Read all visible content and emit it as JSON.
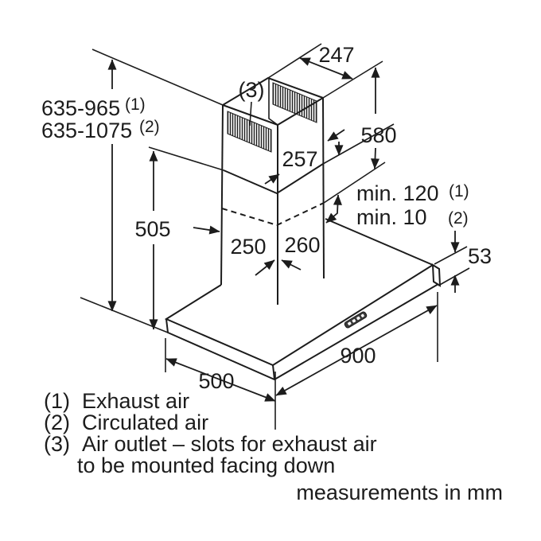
{
  "dimensions": {
    "total_height_exhaust": "635-965",
    "total_height_exhaust_ref": "(1)",
    "total_height_circulated": "635-1075",
    "total_height_circulated_ref": "(2)",
    "hood_bottom_to_flue_joint": "505",
    "air_outlet_ref": "(3)",
    "flue_top_depth": "247",
    "upper_flue_height": "580",
    "upper_flue_width": "257",
    "min_clearance_exhaust": "min. 120",
    "min_clearance_exhaust_ref": "(1)",
    "min_clearance_circulated": "min. 10",
    "min_clearance_circulated_ref": "(2)",
    "lower_flue_depth": "250",
    "lower_flue_width": "260",
    "canopy_edge_height": "53",
    "canopy_depth": "500",
    "canopy_width": "900"
  },
  "legend": {
    "items": [
      {
        "ref": "(1)",
        "label": "Exhaust air"
      },
      {
        "ref": "(2)",
        "label": "Circulated air"
      },
      {
        "ref": "(3)",
        "label": "Air outlet – slots for exhaust air",
        "label_line2": "to be mounted facing down"
      }
    ],
    "units_note": "measurements in mm"
  },
  "colors": {
    "line": "#1c1c1c",
    "background": "#ffffff"
  }
}
